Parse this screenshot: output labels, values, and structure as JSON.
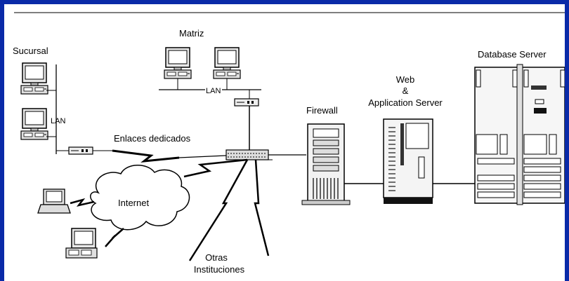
{
  "colors": {
    "frame": "#0a2aa8",
    "background": "#ffffff",
    "line": "#000000"
  },
  "labels": {
    "sucursal": "Sucursal",
    "matriz": "Matriz",
    "lan_matriz": "LAN",
    "lan_sucursal": "LAN",
    "enlaces": "Enlaces dedicados",
    "internet": "Internet",
    "firewall": "Firewall",
    "web_line1": "Web",
    "web_line2": "&",
    "web_line3": "Application Server",
    "database": "Database Server",
    "otras_line1": "Otras",
    "otras_line2": "Instituciones"
  },
  "icons": [
    "desktop-pc-icon",
    "router-icon",
    "switch-hub-icon",
    "cloud-icon",
    "laptop-icon",
    "firewall-tower-icon",
    "server-tower-icon",
    "rack-server-icon",
    "lightning-link-icon"
  ]
}
